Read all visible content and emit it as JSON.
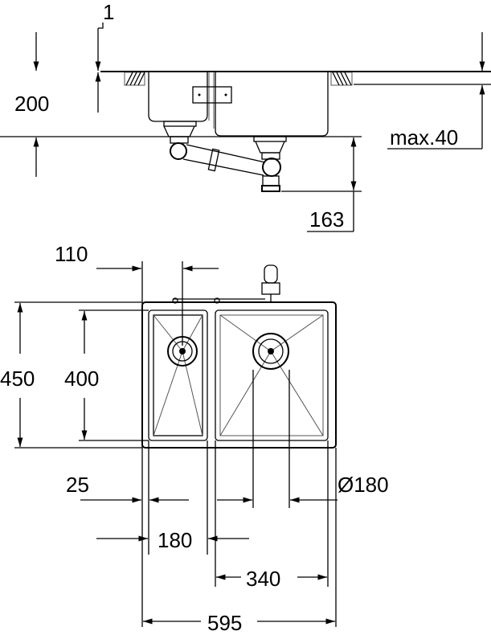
{
  "side_view": {
    "dim_thickness": "1",
    "dim_depth": "200",
    "dim_max_counter": "max.40",
    "dim_drain": "163"
  },
  "plan_view": {
    "dim_drain_offset": "110",
    "dim_outer_depth": "450",
    "dim_bowl_depth": "400",
    "dim_edge": "25",
    "dim_drain_diameter": "Ø180",
    "dim_small_bowl": "180",
    "dim_large_bowl": "340",
    "dim_total_width": "595"
  }
}
